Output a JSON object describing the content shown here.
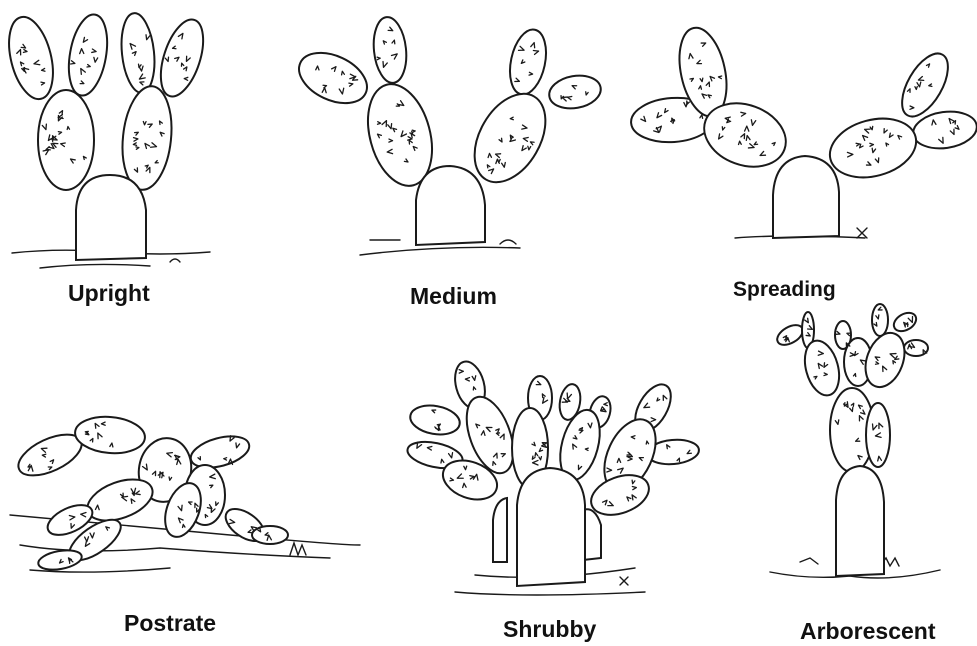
{
  "figure": {
    "growth_forms": [
      {
        "id": "upright",
        "label": "Upright"
      },
      {
        "id": "medium",
        "label": "Medium"
      },
      {
        "id": "spreading",
        "label": "Spreading"
      },
      {
        "id": "postrate",
        "label": "Postrate"
      },
      {
        "id": "shrubby",
        "label": "Shrubby"
      },
      {
        "id": "arborescent",
        "label": "Arborescent"
      }
    ]
  },
  "colors": {
    "ink": "#1a1a1a",
    "background": "#ffffff"
  }
}
